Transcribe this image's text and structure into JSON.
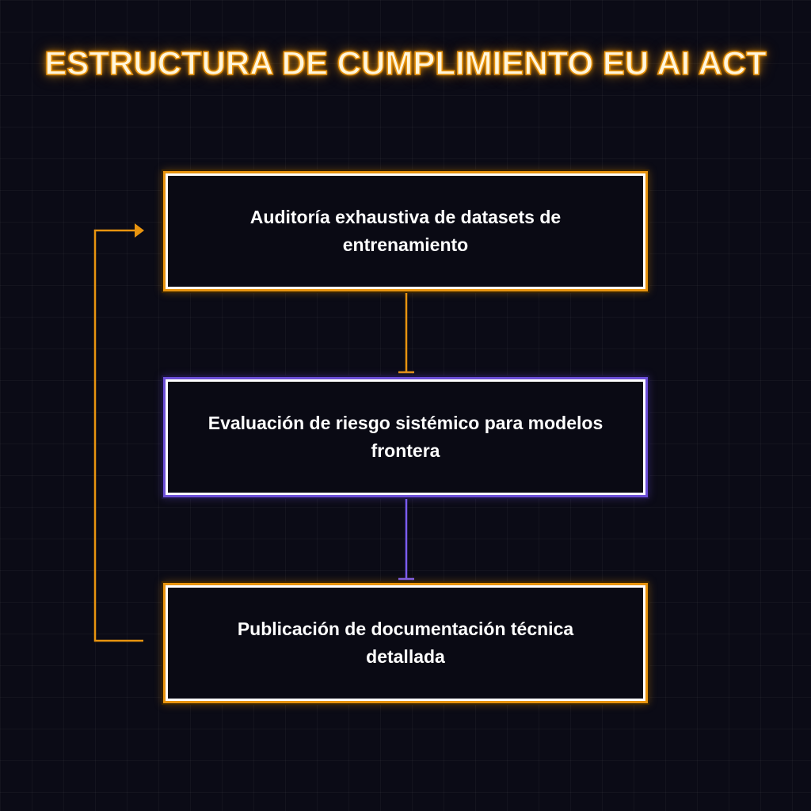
{
  "title": "ESTRUCTURA DE CUMPLIMIENTO EU AI ACT",
  "colors": {
    "background": "#0b0b16",
    "accent_orange": "#e8940f",
    "accent_purple": "#7b5cf0",
    "node_border": "#ffffff",
    "text": "#ffffff"
  },
  "nodes": [
    {
      "label": "Auditoría exhaustiva de datasets de entrenamiento",
      "accent": "orange"
    },
    {
      "label": "Evaluación de riesgo sistémico para modelos frontera",
      "accent": "purple"
    },
    {
      "label": "Publicación de documentación técnica detallada",
      "accent": "orange"
    }
  ],
  "edges": [
    {
      "from": 0,
      "to": 1,
      "color": "orange"
    },
    {
      "from": 1,
      "to": 2,
      "color": "purple"
    },
    {
      "from": 2,
      "to": 0,
      "color": "orange",
      "type": "feedback-loop"
    }
  ]
}
